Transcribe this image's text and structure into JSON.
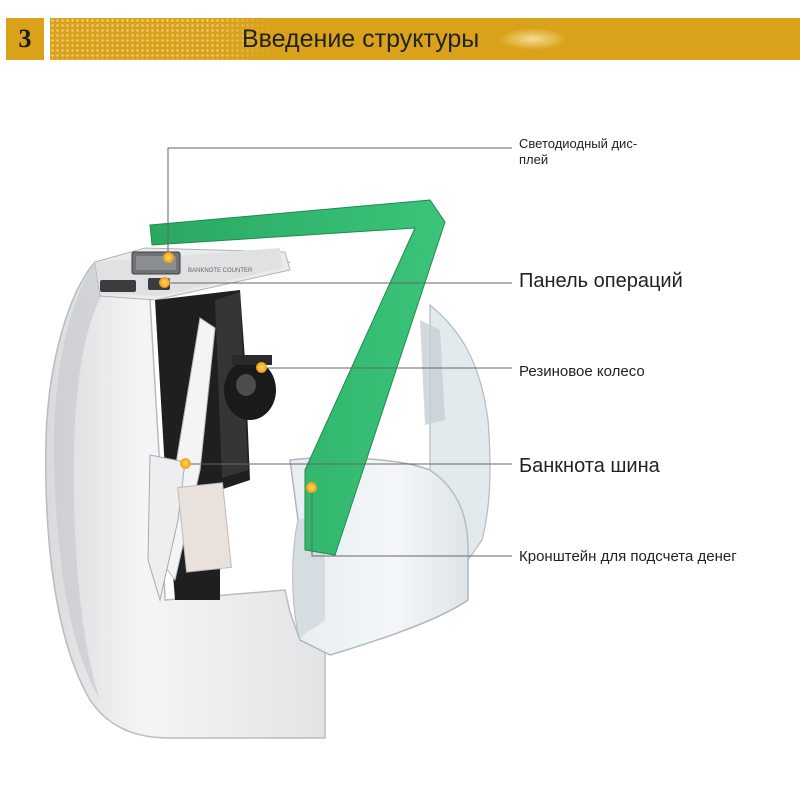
{
  "header": {
    "number": "3",
    "title": "Введение структуры"
  },
  "labels": {
    "led_display_line1": "Светодиодный дис-",
    "led_display_line2": "плей",
    "operation_panel": "Панель операций",
    "rubber_wheel": "Резиновое колесо",
    "banknote_rail": "Банкнота шина",
    "counting_bracket": "Кронштейн для подсчета денег"
  },
  "colors": {
    "header_gold": "#d9a21a",
    "rail_green": "#2db56a",
    "marker_orange": "#f5a41a"
  }
}
